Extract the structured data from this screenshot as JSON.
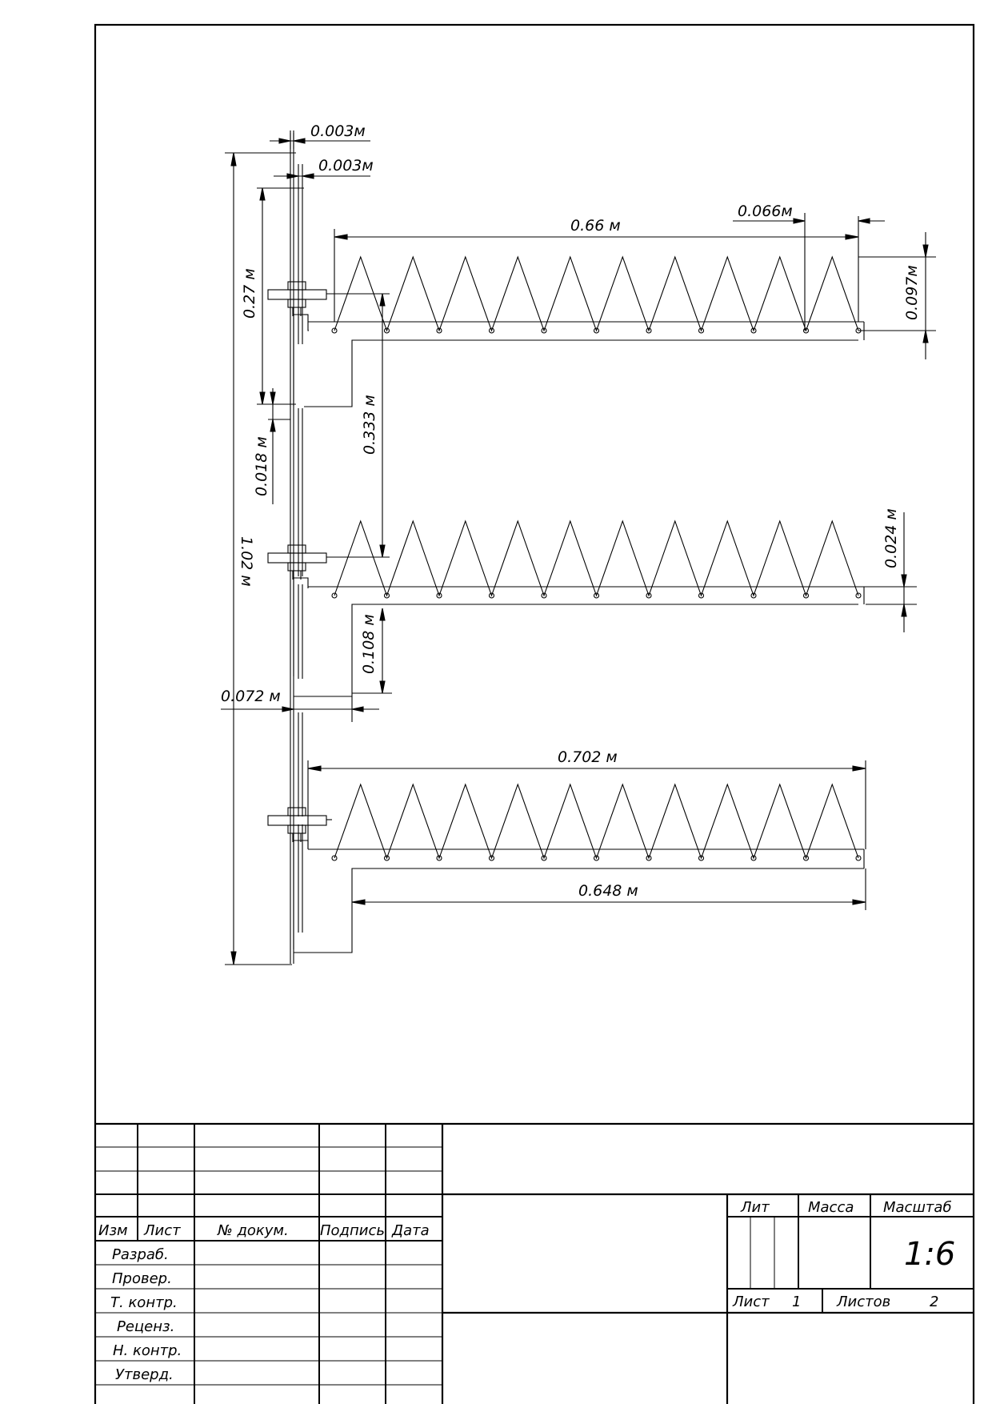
{
  "drawing": {
    "dimensions": {
      "d_0_003_top": "0.003м",
      "d_0_003_second": "0.003м",
      "d_0_66": "0.66  м",
      "d_0_066": "0.066м",
      "d_0_097": "0.097м",
      "d_0_27": "0.27  м",
      "d_0_018": "0.018  м",
      "d_0_333": "0.333  м",
      "d_1_02": "1.02  м",
      "d_0_024": "0.024  м",
      "d_0_108": "0.108  м",
      "d_0_072": "0.072  м",
      "d_0_702": "0.702  м",
      "d_0_648": "0.648  м"
    },
    "electrodes": {
      "count": 3,
      "teeth_per_row": 10,
      "holes_per_row": 11
    }
  },
  "title_block": {
    "revision_headers": {
      "izm": "Изм",
      "list": "Лист",
      "doc_no": "№ докум.",
      "signature": "Подпись",
      "date": "Дата"
    },
    "roles": [
      "Разраб.",
      "Провер.",
      "Т. контр.",
      "Реценз.",
      "Н. контр.",
      "Утверд."
    ],
    "lit_label": "Лит",
    "mass_label": "Масса",
    "scale_label": "Масштаб",
    "scale_value": "1:6",
    "sheet_label": "Лист",
    "sheet_number": "1",
    "sheets_label": "Листов",
    "sheets_total": "2"
  }
}
